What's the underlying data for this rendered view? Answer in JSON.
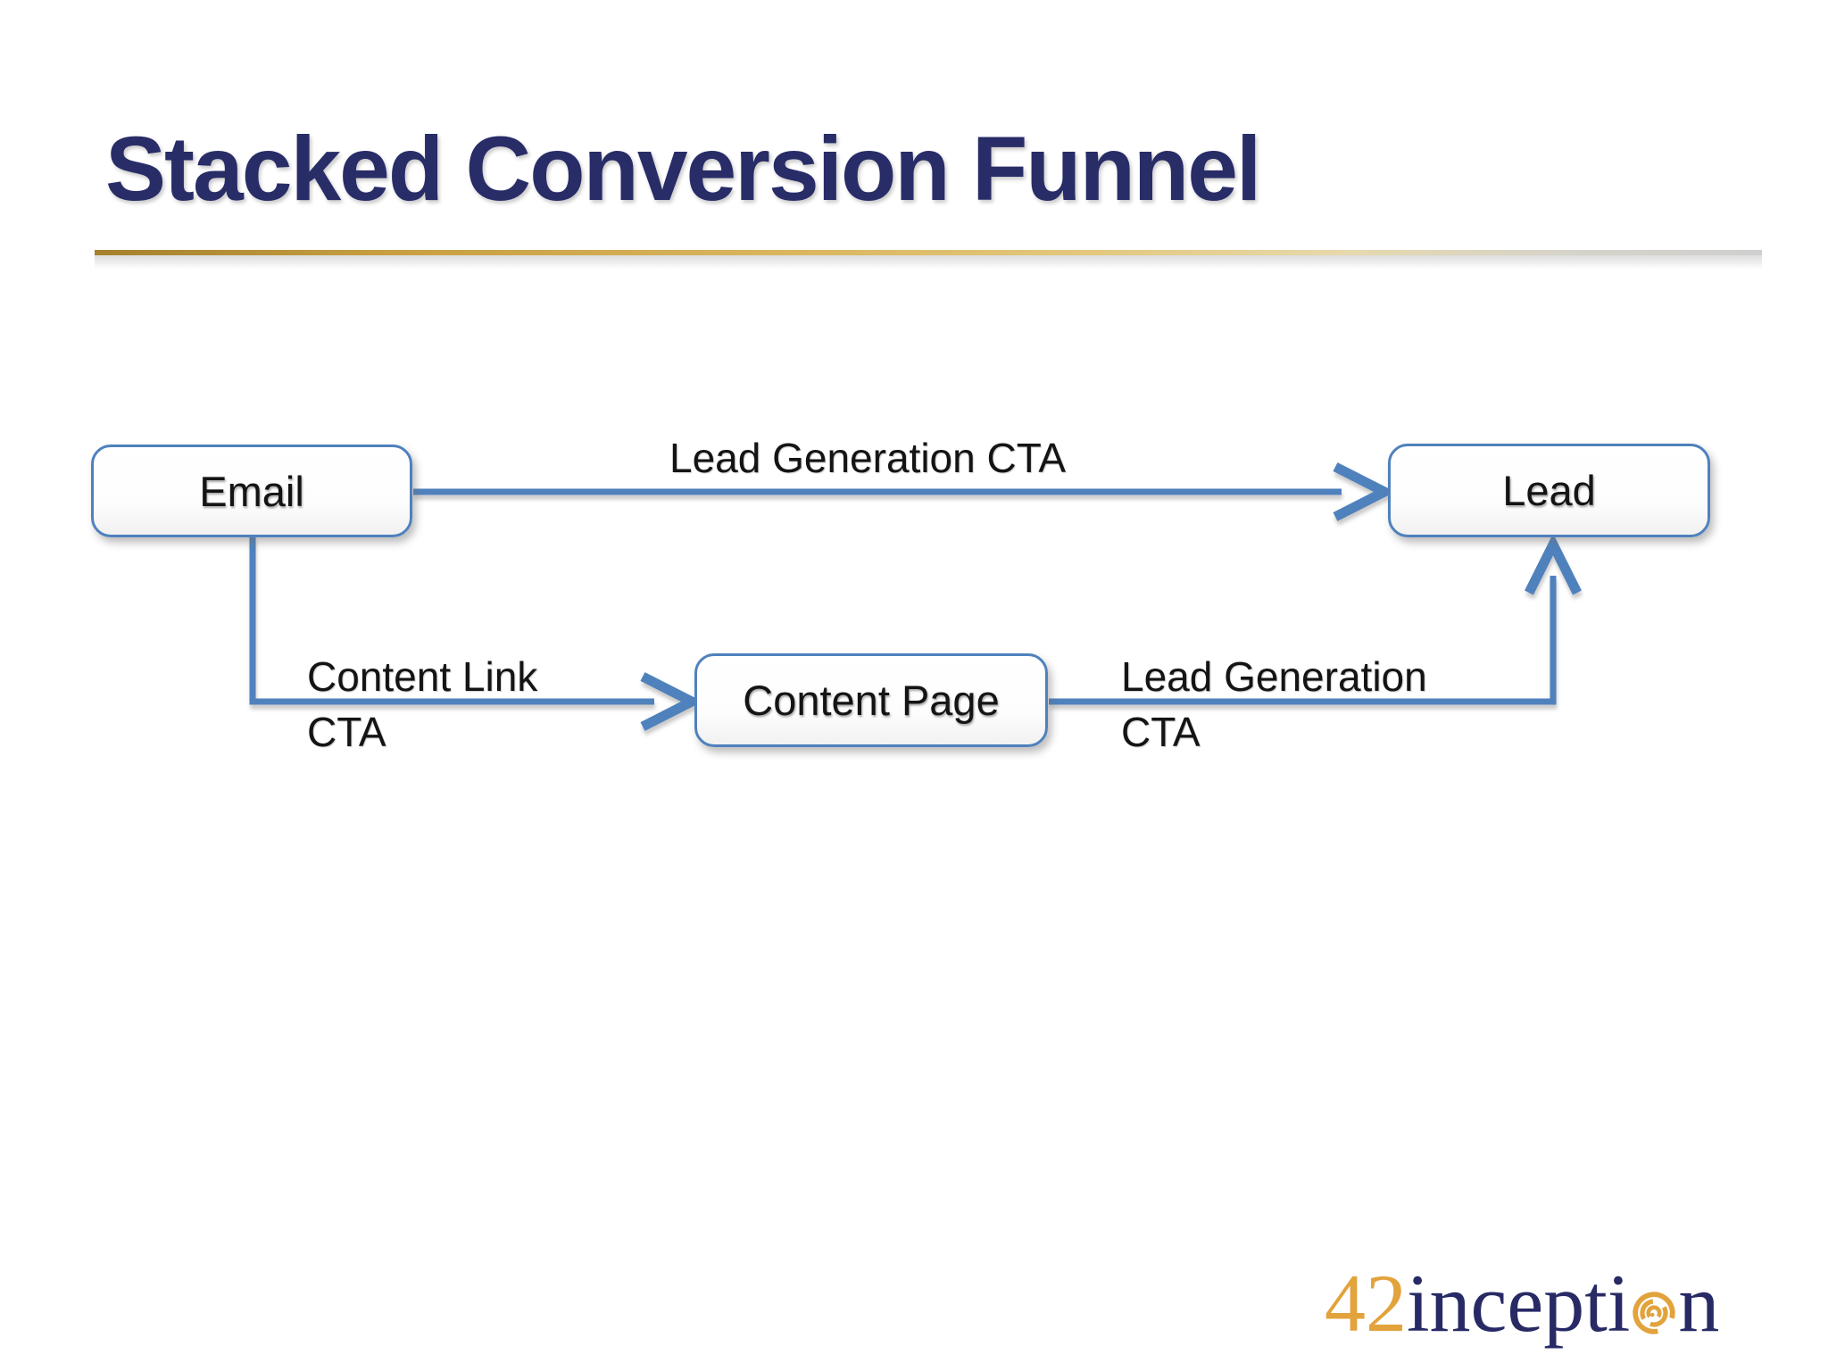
{
  "slide": {
    "title": "Stacked Conversion Funnel",
    "title_color": "#282c67",
    "divider_colors": [
      "#a5812d",
      "#d9b45b",
      "#e7d9ad",
      "#cfcfcf"
    ]
  },
  "diagram": {
    "accent_blue": "#4f81bd",
    "node_text_color": "#141414",
    "nodes": [
      {
        "id": "email",
        "label": "Email"
      },
      {
        "id": "lead",
        "label": "Lead"
      },
      {
        "id": "content-page",
        "label": "Content Page"
      }
    ],
    "edges": [
      {
        "from": "email",
        "to": "lead",
        "label": "Lead Generation CTA"
      },
      {
        "from": "email",
        "to": "content-page",
        "line1": "Content Link",
        "line2": "CTA"
      },
      {
        "from": "content-page",
        "to": "lead",
        "line1": "Lead Generation",
        "line2": "CTA"
      }
    ]
  },
  "logo": {
    "prefix": "42",
    "body": "incepti",
    "suffix": "n",
    "full_name": "42inception",
    "o_icon": "spiral-maze-icon",
    "gold": "#e2a33c",
    "navy": "#272a64"
  }
}
